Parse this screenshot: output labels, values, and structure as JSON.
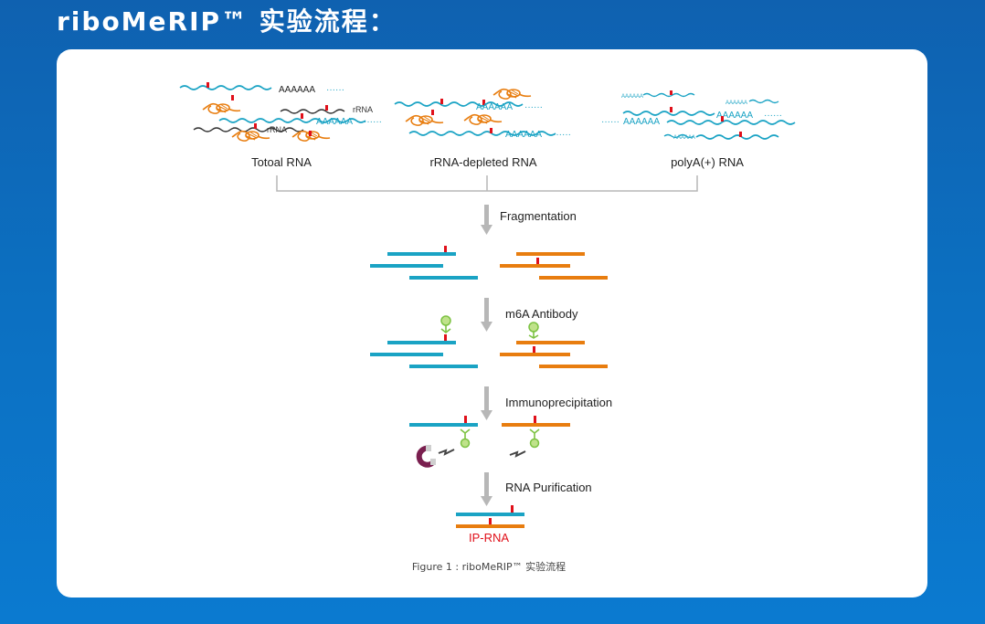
{
  "page": {
    "title": "riboMeRIP™ 实验流程："
  },
  "diagram": {
    "sources": [
      {
        "label": "Totoal RNA"
      },
      {
        "label": "rRNA-depleted RNA"
      },
      {
        "label": "polyA(+) RNA"
      }
    ],
    "tags": {
      "polyA": "AAAAAA",
      "dots": "······",
      "rrna": "rRNA"
    },
    "steps": [
      {
        "label": "Fragmentation"
      },
      {
        "label": "m6A Antibody"
      },
      {
        "label": "Immunoprecipitation"
      },
      {
        "label": "RNA Purification"
      }
    ],
    "result_label": "IP-RNA",
    "caption": "Figure 1 : riboMeRIP™  实验流程",
    "colors": {
      "blue_rna": "#1aa3c4",
      "orange_rna": "#e87d0f",
      "m6a_mark": "#e0101a",
      "antibody": "#7cc242",
      "rrna": "#333333",
      "arrow": "#b7b7b7",
      "ip_label": "#e0101a",
      "magnet": "#7a1f4f"
    }
  }
}
